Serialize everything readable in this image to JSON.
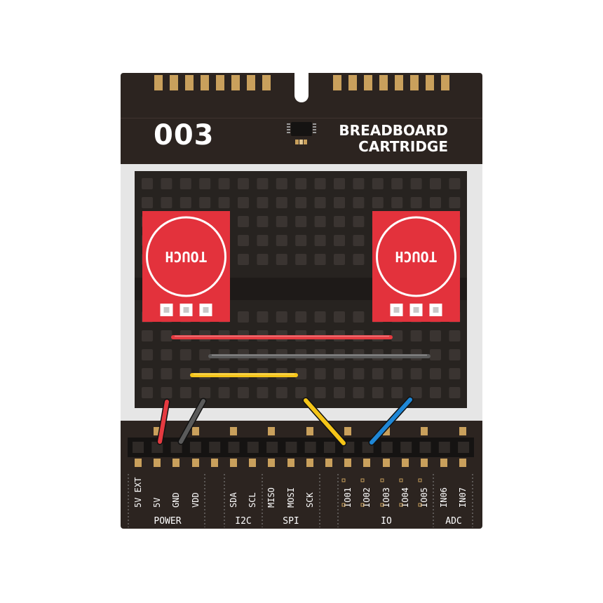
{
  "cartridge": {
    "number": "003",
    "title_line1": "BREADBOARD",
    "title_line2": "CARTRIDGE"
  },
  "modules": [
    {
      "name": "touch-sensor-left",
      "label": "TOUCH",
      "color": "#e3323c"
    },
    {
      "name": "touch-sensor-right",
      "label": "TOUCH",
      "color": "#e3323c"
    }
  ],
  "wires": [
    {
      "name": "red-wire",
      "color": "#e53a40"
    },
    {
      "name": "gray-wire",
      "color": "#5a5a5a"
    },
    {
      "name": "yellow-wire",
      "color": "#f5c518"
    },
    {
      "name": "blue-wire",
      "color": "#1f87d6"
    }
  ],
  "pins": [
    "5V EXT",
    "5V",
    "GND",
    "VDD",
    "SDA",
    "SCL",
    "MISO",
    "MOSI",
    "SCK",
    "IO01",
    "IO02",
    "IO03",
    "IO04",
    "IO05",
    "IN06",
    "IN07"
  ],
  "groups": [
    "POWER",
    "I2C",
    "SPI",
    "IO",
    "ADC"
  ],
  "colors": {
    "board": "#2c2420",
    "contact": "#c9a05c",
    "breadboard_frame": "#e6e6e6",
    "breadboard": "#272320",
    "hole": "#3a3431",
    "text": "#ffffff"
  }
}
